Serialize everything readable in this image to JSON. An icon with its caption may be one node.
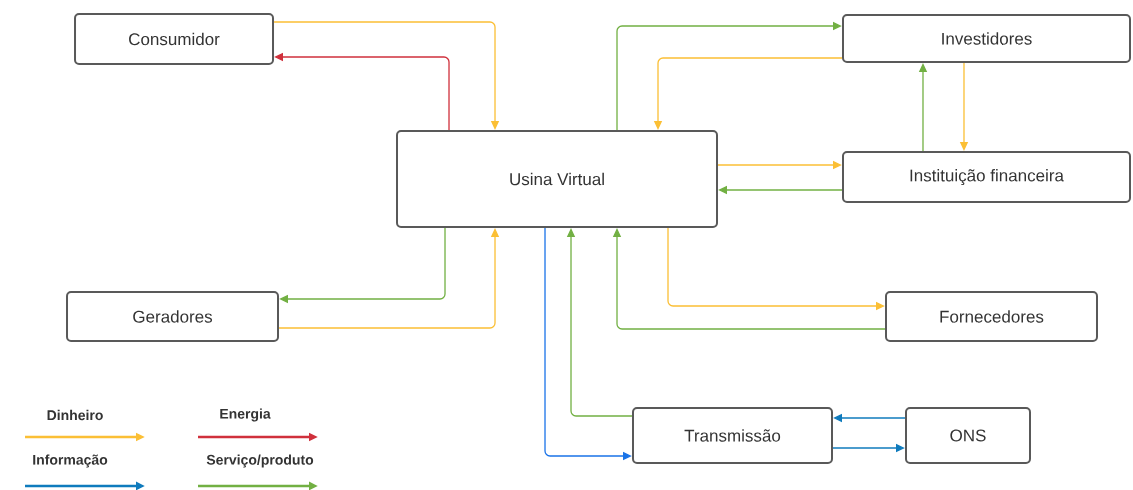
{
  "diagram": {
    "nodes": [
      {
        "text": [
          "Consumidor"
        ]
      },
      {
        "text": [
          "Usina Virtual"
        ]
      },
      {
        "text": [
          "Investidores"
        ]
      },
      {
        "text": [
          "Instituição financeira"
        ]
      },
      {
        "text": [
          "Geradores"
        ]
      },
      {
        "text": [
          "Fornecedores"
        ]
      },
      {
        "text": [
          "Transmissão"
        ]
      },
      {
        "text": [
          "ONS"
        ]
      }
    ],
    "edges": [
      {
        "from": 0,
        "to": 1,
        "arrow": "to",
        "color": "#fbbf35"
      },
      {
        "from": 1,
        "to": 0,
        "arrow": "to",
        "color": "#d0303c"
      },
      {
        "from": 1,
        "to": 2,
        "arrow": "to",
        "color": "#72b043"
      },
      {
        "from": 2,
        "to": 1,
        "arrow": "to",
        "color": "#fbbf35"
      },
      {
        "from": 3,
        "to": 2,
        "arrow": "to",
        "color": "#72b043"
      },
      {
        "from": 2,
        "to": 3,
        "arrow": "to",
        "color": "#fbbf35"
      },
      {
        "from": 1,
        "to": 3,
        "arrow": "to",
        "color": "#fbbf35"
      },
      {
        "from": 3,
        "to": 1,
        "arrow": "to",
        "color": "#72b043"
      },
      {
        "from": 1,
        "to": 4,
        "arrow": "to",
        "color": "#72b043"
      },
      {
        "from": 4,
        "to": 1,
        "arrow": "to",
        "color": "#fbbf35"
      },
      {
        "from": 1,
        "to": 5,
        "arrow": "to",
        "color": "#fbbf35"
      },
      {
        "from": 5,
        "to": 1,
        "arrow": "to",
        "color": "#72b043"
      },
      {
        "from": 6,
        "to": 1,
        "arrow": "to",
        "color": "#72b043"
      },
      {
        "from": 1,
        "to": 6,
        "arrow": "to",
        "color": "#1a73e8"
      },
      {
        "from": 7,
        "to": 6,
        "arrow": "to",
        "color": "#0f7bbd"
      },
      {
        "from": 6,
        "to": 7,
        "arrow": "to",
        "color": "#0f7bbd"
      }
    ],
    "legend": [
      {
        "text": "Dinheiro",
        "color": "#fbbf35"
      },
      {
        "text": "Energia",
        "color": "#d0303c"
      },
      {
        "text": "Informação",
        "color": "#0f7bbd"
      },
      {
        "text": "Serviço/produto",
        "color": "#72b043"
      }
    ]
  }
}
